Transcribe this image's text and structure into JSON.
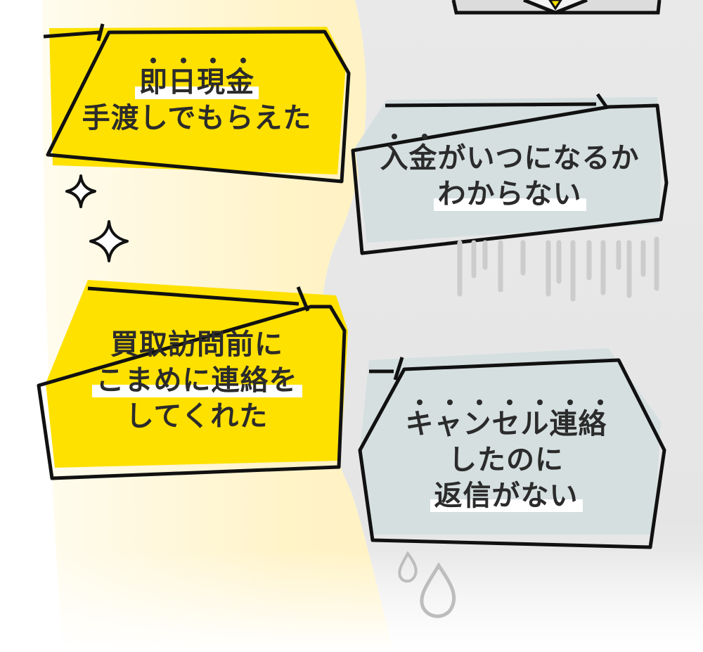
{
  "positive_side": {
    "bubble_1": {
      "lines": [
        "即日現金",
        "手渡しでもらえた"
      ]
    },
    "bubble_2": {
      "lines": [
        "買取訪問前に",
        "こまめに連絡を",
        "してくれた"
      ]
    }
  },
  "negative_side": {
    "bubble_1": {
      "lines": [
        "入金がいつになるか",
        "わからない"
      ]
    },
    "bubble_2": {
      "lines": [
        "キャンセル連絡",
        "したのに",
        "返信がない"
      ]
    }
  },
  "colors": {
    "positive_fill": "#ffe100",
    "positive_glow": "#fff6d2",
    "negative_fill": "#d5dfe0",
    "negative_bg": "#e6e6e6",
    "outline": "#111111",
    "rain": "#cccccc"
  }
}
